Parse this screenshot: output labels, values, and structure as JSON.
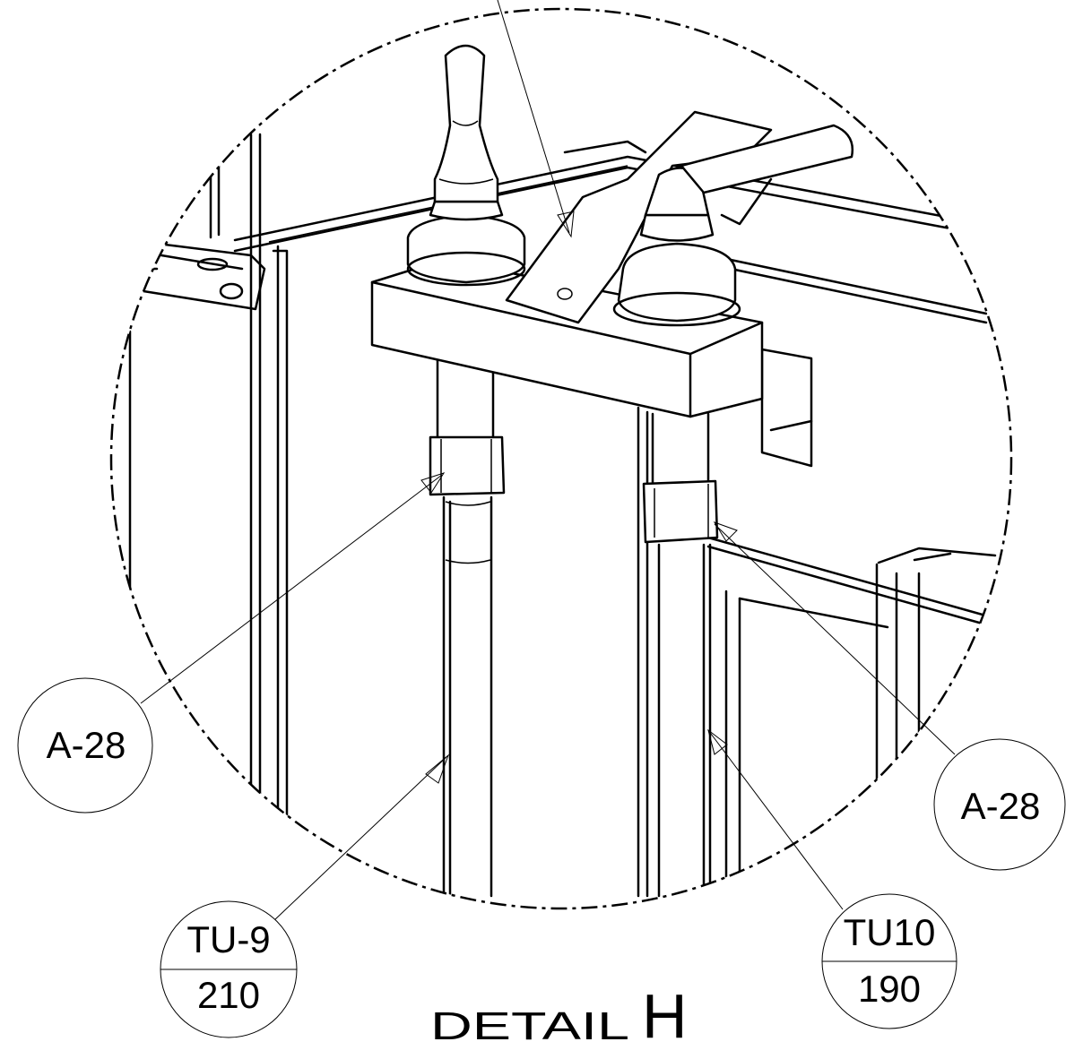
{
  "detail": {
    "word": "DETAIL",
    "letter": "H"
  },
  "balloons": {
    "a28_left": "A-28",
    "a28_right": "A-28",
    "tu9_top": "TU-9",
    "tu9_bottom": "210",
    "tu10_top": "TU10",
    "tu10_bottom": "190"
  },
  "colors": {
    "line": "#000000",
    "background": "#ffffff"
  }
}
